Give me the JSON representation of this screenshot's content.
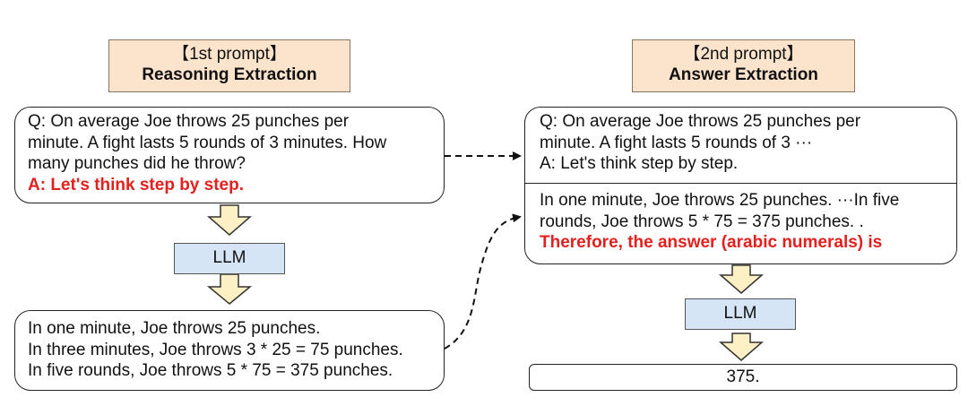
{
  "left": {
    "header": {
      "line1": "【1st prompt】",
      "line2": "Reasoning Extraction"
    },
    "question": {
      "lines": [
        "Q: On average Joe throws 25 punches per",
        "minute.  A fight lasts 5 rounds of 3 minutes.  How",
        "many punches did he throw?"
      ],
      "trigger": "A: Let's think step by step."
    },
    "llm_label": "LLM",
    "output": {
      "lines": [
        "In one minute, Joe throws 25 punches.",
        "In three minutes, Joe throws 3 * 25 = 75 punches.",
        "In five rounds, Joe throws 5 * 75 = 375 punches."
      ]
    }
  },
  "right": {
    "header": {
      "line1": "【2nd prompt】",
      "line2": "Answer Extraction"
    },
    "prompt_top": {
      "lines": [
        "Q: On average Joe throws 25 punches per",
        "minute.  A fight lasts 5 rounds of 3 ···",
        "A: Let's think step by step."
      ]
    },
    "prompt_bottom": {
      "lines": [
        "In one minute, Joe throws 25 punches. ···In five",
        "rounds, Joe throws 5 * 75 = 375 punches. ."
      ],
      "trigger": "Therefore, the answer (arabic numerals) is"
    },
    "llm_label": "LLM",
    "answer": "375."
  },
  "colors": {
    "header_fill": "#fbe3cc",
    "llm_fill": "#d6e5f5",
    "arrow_fill": "#fdf0c4",
    "trigger_red": "#e4201e"
  }
}
